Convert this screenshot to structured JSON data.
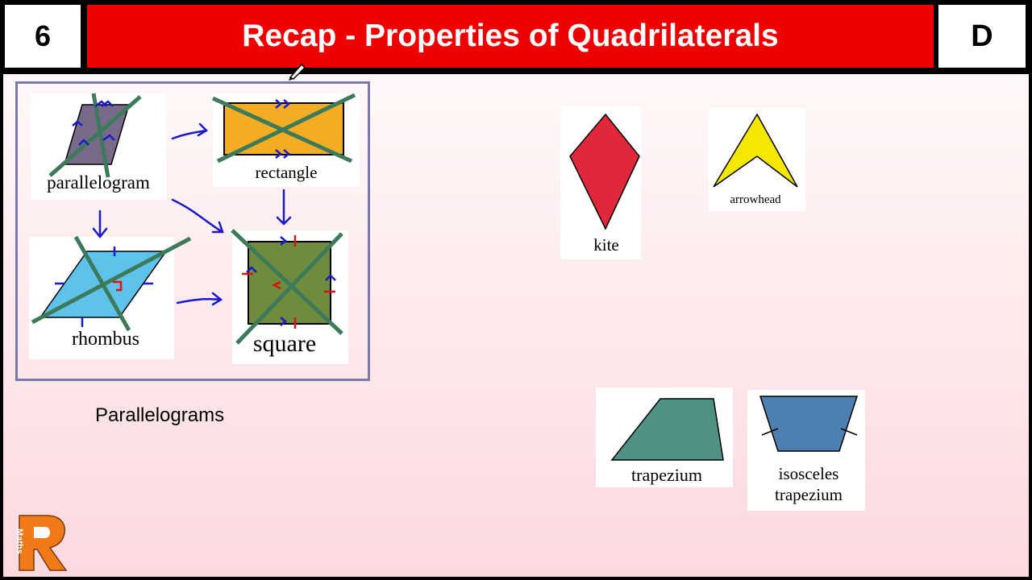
{
  "header": {
    "number": "6",
    "title": "Recap - Properties of Quadrilaterals",
    "level": "D"
  },
  "shapes": {
    "parallelogram": "parallelogram",
    "rectangle": "rectangle",
    "rhombus": "rhombus",
    "square": "square",
    "kite": "kite",
    "arrowhead": "arrowhead",
    "trapezium": "trapezium",
    "isosceles_line1": "isosceles",
    "isosceles_line2": "trapezium"
  },
  "notes": {
    "parallelograms": "Parallelograms"
  },
  "logo": {
    "letter": "R",
    "word": "Maths"
  },
  "colors": {
    "title_bar": "#ee0000",
    "annotation_blue": "#1a1acc",
    "annotation_green": "#3c7a5a",
    "annotation_red": "#dd1111",
    "parallelogram_fill": "#7a6a8a",
    "rectangle_fill": "#f2ad22",
    "rhombus_fill": "#5ec3ea",
    "square_fill": "#6f8c3c",
    "kite_fill": "#e0283a",
    "arrowhead_fill": "#f5e800",
    "trapezium_fill": "#4f9183",
    "isosceles_fill": "#4d7fb0",
    "logo_orange": "#f07a18"
  }
}
